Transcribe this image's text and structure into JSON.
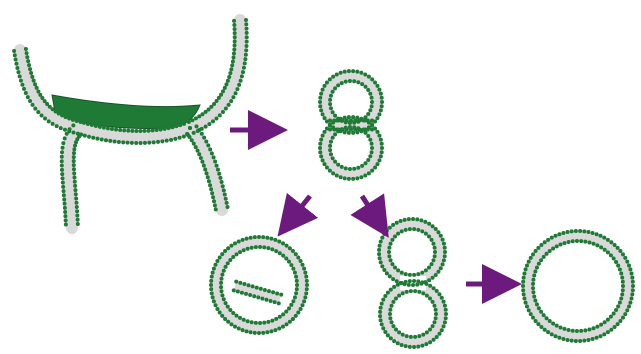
{
  "figure": {
    "stages": [
      {
        "id": "hemifusion-stalk",
        "kind": "stalk-with-diaphragm"
      },
      {
        "id": "hemifusion-figure-eight",
        "kind": "two-vesicles-shared-bilayer"
      },
      {
        "id": "vesicle-with-trapped-bilayer",
        "kind": "vesicle-with-inner-bilayer-fragment"
      },
      {
        "id": "fusion-pore-opening",
        "kind": "figure-eight-with-pore"
      },
      {
        "id": "fused-vesicle",
        "kind": "single-vesicle"
      }
    ],
    "transitions": [
      {
        "from": "hemifusion-stalk",
        "to": "hemifusion-figure-eight"
      },
      {
        "from": "hemifusion-figure-eight",
        "to": "vesicle-with-trapped-bilayer"
      },
      {
        "from": "hemifusion-figure-eight",
        "to": "fusion-pore-opening"
      },
      {
        "from": "fusion-pore-opening",
        "to": "fused-vesicle"
      }
    ],
    "colors": {
      "headgroup": "#1f7a35",
      "headgroup_dark": "#15562a",
      "tail": "#d9d9d9",
      "tail_line": "#9a9a9a",
      "arrow": "#6d1a7e",
      "background": "#ffffff"
    }
  }
}
